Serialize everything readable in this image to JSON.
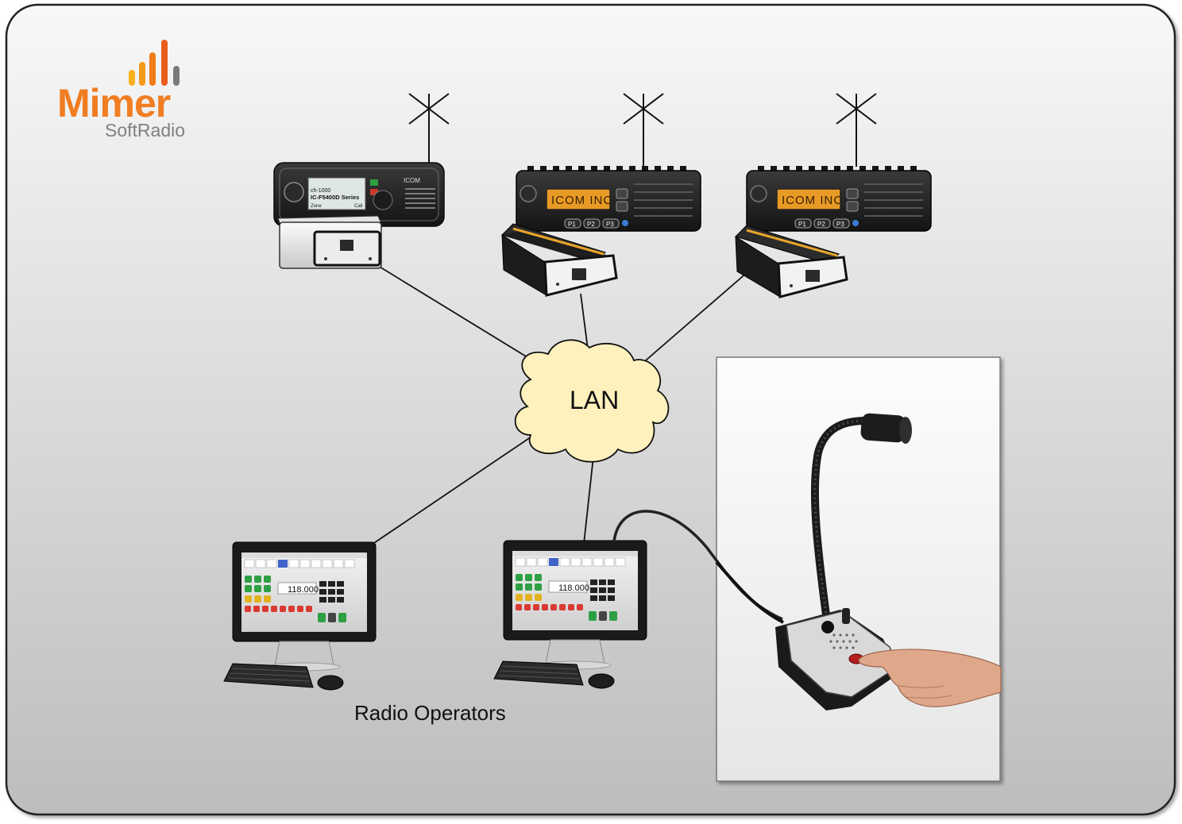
{
  "logo": {
    "name": "Mimer",
    "tagline": "SoftRadio",
    "bar_colors": [
      "#f7b21c",
      "#f39a1a",
      "#ef7d1a",
      "#e95d1d",
      "#7a7a7a"
    ]
  },
  "network": {
    "label": "LAN",
    "cloud_fill": "#fff1bd"
  },
  "radios": [
    {
      "display_line1": "ch-1000",
      "display_line2": "IC-F5400D Series",
      "display_line3": "Zone",
      "display_line4": "Call",
      "brand": "ICOM"
    },
    {
      "display_text": "ICOM INC",
      "buttons": [
        "P1",
        "P2",
        "P3"
      ]
    },
    {
      "display_text": "ICOM INC",
      "buttons": [
        "P1",
        "P2",
        "P3"
      ]
    }
  ],
  "workstations": {
    "label": "Radio Operators",
    "screen_value": "118.000"
  },
  "colors": {
    "frame_border": "#222222",
    "panel_gradient_top": "#f8f8f8",
    "panel_gradient_bottom": "#bdbdbd",
    "logo_orange": "#f07d22",
    "logo_grey": "#808080"
  },
  "icons": [
    "antenna-icon",
    "radio-icon",
    "interface-box-icon",
    "cloud-icon",
    "computer-monitor-icon",
    "keyboard-icon",
    "mouse-icon",
    "desk-microphone-icon"
  ]
}
